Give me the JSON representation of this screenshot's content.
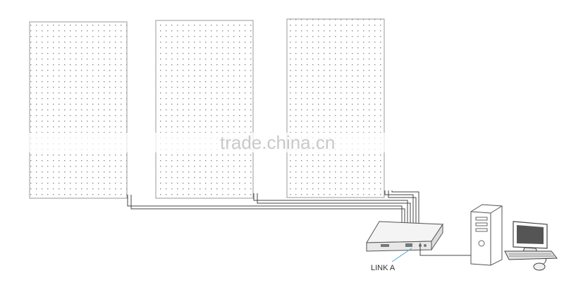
{
  "watermark": "trade.china.cn",
  "callout_label": "LINK A",
  "components": {
    "panels": [
      "led-panel-1",
      "led-panel-2",
      "led-panel-3"
    ],
    "controller": "sending-card",
    "computer": "desktop-computer"
  },
  "colors": {
    "line": "#444444",
    "panel_border": "#999999",
    "dot": "#8a8a8a",
    "callout_line": "#4aa3d8"
  }
}
